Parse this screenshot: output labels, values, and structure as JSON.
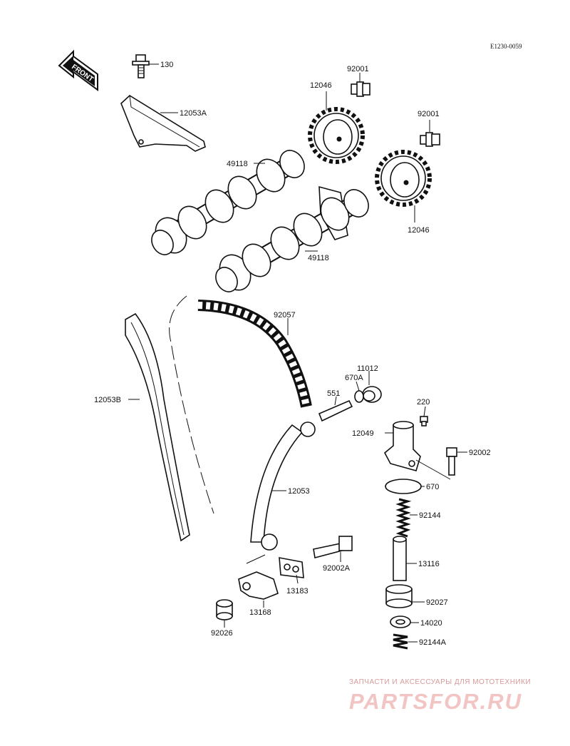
{
  "diagram": {
    "ref_code": "E1230-0059",
    "front_sign": "FRONT",
    "labels": {
      "p130": "130",
      "p12053A": "12053A",
      "p92001_a": "92001",
      "p92001_b": "92001",
      "p12046_a": "12046",
      "p12046_b": "12046",
      "p49118_a": "49118",
      "p49118_b": "49118",
      "p92057": "92057",
      "p11012": "11012",
      "p670A": "670A",
      "p551": "551",
      "p12053B": "12053B",
      "p220": "220",
      "p12049": "12049",
      "p92002": "92002",
      "p670": "670",
      "p12053": "12053",
      "p92144": "92144",
      "p13116": "13116",
      "p92002A": "92002A",
      "p13183": "13183",
      "p13168": "13168",
      "p92027": "92027",
      "p14020": "14020",
      "p92026": "92026",
      "p92144A": "92144A"
    }
  },
  "watermark": {
    "tagline": "ЗАПЧАСТИ И АКСЕССУАРЫ ДЛЯ МОТОТЕХНИКИ",
    "logo": "PARTSFOR.RU",
    "color": "#e8a0a0"
  }
}
